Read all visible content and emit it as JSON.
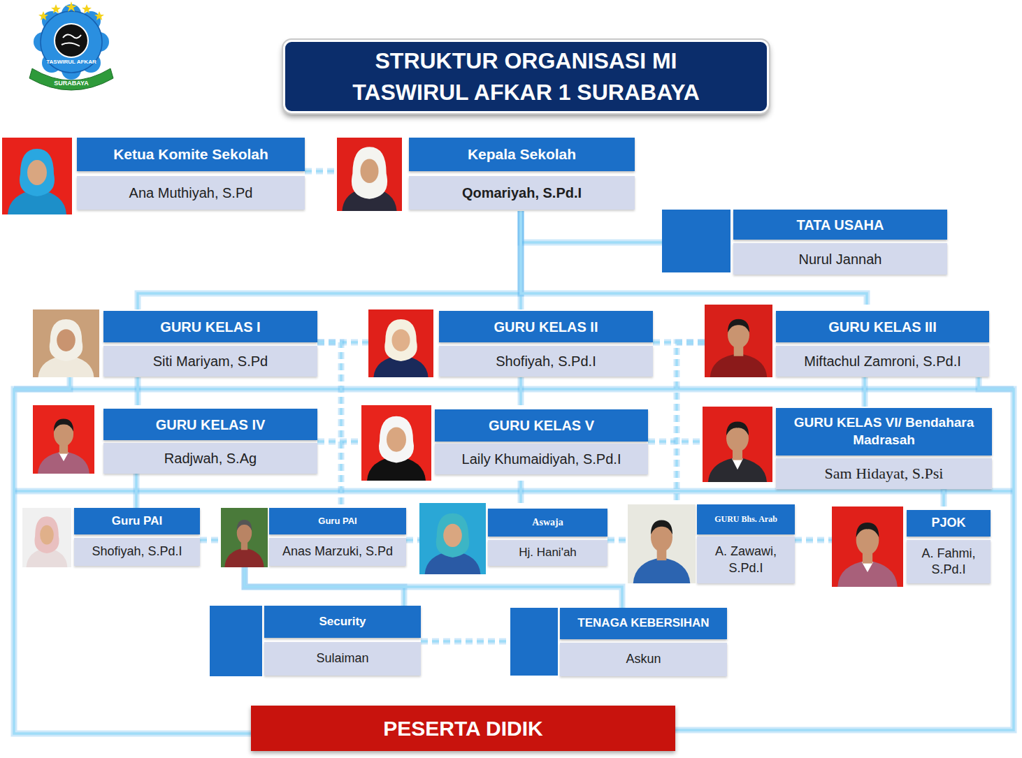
{
  "diagram": {
    "title": "STRUKTUR ORGANISASI MI TASWIRUL AFKAR 1 SURABAYA",
    "nodes": [
      {
        "text": [
          "Ketua Komite Sekolah",
          "Ana Muthiyah, S.Pd"
        ]
      },
      {
        "text": [
          "Kepala Sekolah",
          "Qomariyah, S.Pd.I"
        ]
      },
      {
        "text": [
          "TATA USAHA",
          "Nurul Jannah"
        ]
      },
      {
        "text": [
          "GURU KELAS I",
          "Siti Mariyam, S.Pd"
        ]
      },
      {
        "text": [
          "GURU KELAS II",
          "Shofiyah, S.Pd.I"
        ]
      },
      {
        "text": [
          "GURU KELAS III",
          "Miftachul Zamroni, S.Pd.I"
        ]
      },
      {
        "text": [
          "GURU KELAS IV",
          "Radjwah, S.Ag"
        ]
      },
      {
        "text": [
          "GURU KELAS V",
          "Laily Khumaidiyah, S.Pd.I"
        ]
      },
      {
        "text": [
          "GURU KELAS VI/ Bendahara Madrasah",
          "Sam Hidayat, S.Psi"
        ]
      },
      {
        "text": [
          "Guru PAI",
          "Shofiyah, S.Pd.I"
        ]
      },
      {
        "text": [
          "Guru PAI",
          "Anas Marzuki, S.Pd"
        ]
      },
      {
        "text": [
          "Aswaja",
          "Hj. Hani'ah"
        ]
      },
      {
        "text": [
          "GURU Bhs. Arab",
          "A. Zawawi, S.Pd.I"
        ]
      },
      {
        "text": [
          "PJOK",
          "A. Fahmi, S.Pd.I"
        ]
      },
      {
        "text": [
          "Security",
          "Sulaiman"
        ]
      },
      {
        "text": [
          "TENAGA KEBERSIHAN",
          "Askun"
        ]
      },
      {
        "text": [
          "PESERTA DIDIK"
        ]
      }
    ],
    "edges": [
      {
        "from": 0,
        "to": 1,
        "arrow": "none"
      },
      {
        "from": 1,
        "to": 2,
        "arrow": "none"
      },
      {
        "from": 1,
        "to": 3,
        "arrow": "none"
      },
      {
        "from": 1,
        "to": 4,
        "arrow": "none"
      },
      {
        "from": 1,
        "to": 5,
        "arrow": "none"
      },
      {
        "from": 3,
        "to": 4,
        "arrow": "none"
      },
      {
        "from": 4,
        "to": 5,
        "arrow": "none"
      },
      {
        "from": 3,
        "to": 6,
        "arrow": "none"
      },
      {
        "from": 4,
        "to": 7,
        "arrow": "none"
      },
      {
        "from": 5,
        "to": 8,
        "arrow": "none"
      },
      {
        "from": 6,
        "to": 7,
        "arrow": "none"
      },
      {
        "from": 7,
        "to": 8,
        "arrow": "none"
      },
      {
        "from": 3,
        "to": 10,
        "arrow": "none"
      },
      {
        "from": 5,
        "to": 12,
        "arrow": "none"
      },
      {
        "from": 6,
        "to": 9,
        "arrow": "none"
      },
      {
        "from": 7,
        "to": 11,
        "arrow": "none"
      },
      {
        "from": 8,
        "to": 13,
        "arrow": "none"
      },
      {
        "from": 9,
        "to": 10,
        "arrow": "none"
      },
      {
        "from": 10,
        "to": 11,
        "arrow": "none"
      },
      {
        "from": 11,
        "to": 12,
        "arrow": "none"
      },
      {
        "from": 12,
        "to": 13,
        "arrow": "none"
      },
      {
        "from": 10,
        "to": 14,
        "arrow": "none"
      },
      {
        "from": 10,
        "to": 15,
        "arrow": "none"
      },
      {
        "from": 14,
        "to": 15,
        "arrow": "none"
      },
      {
        "from": 3,
        "to": 16,
        "arrow": "none"
      },
      {
        "from": 5,
        "to": 16,
        "arrow": "none"
      }
    ],
    "labels": [
      "TASWIRUL AFKAR",
      "SURABAYA"
    ]
  }
}
